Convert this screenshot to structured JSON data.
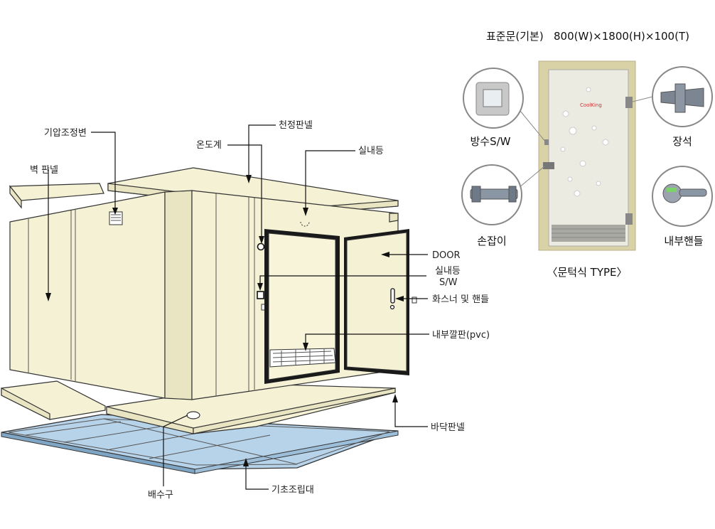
{
  "labels": {
    "pressure_valve": "기압조정변",
    "wall_panel": "벽 판넬",
    "thermometer": "온도계",
    "ceiling_panel": "천정판넬",
    "interior_light": "실내등",
    "door": "DOOR",
    "light_switch_line1": "실내등",
    "light_switch_line2": "S/W",
    "fastener_handle": "화스너 및 핸들",
    "inner_floor_board": "내부깔판(pvc)",
    "floor_panel": "바닥판넬",
    "drain": "배수구",
    "base_frame": "기초조립대"
  },
  "door_spec": {
    "title": "표준문(기본)   800(W)×1800(H)×100(T)",
    "caption": "〈문턱식 TYPE〉",
    "door_brand": "CoolKing"
  },
  "callouts": {
    "waterproof_switch": "방수S/W",
    "hinge": "장석",
    "handle": "손잡이",
    "inner_handle": "내부핸들"
  },
  "colors": {
    "panel": "#f4f1d4",
    "base_frame": "#b7d3ea",
    "door_panel": "#ecebe2",
    "door_frame": "#d9d2a6"
  }
}
